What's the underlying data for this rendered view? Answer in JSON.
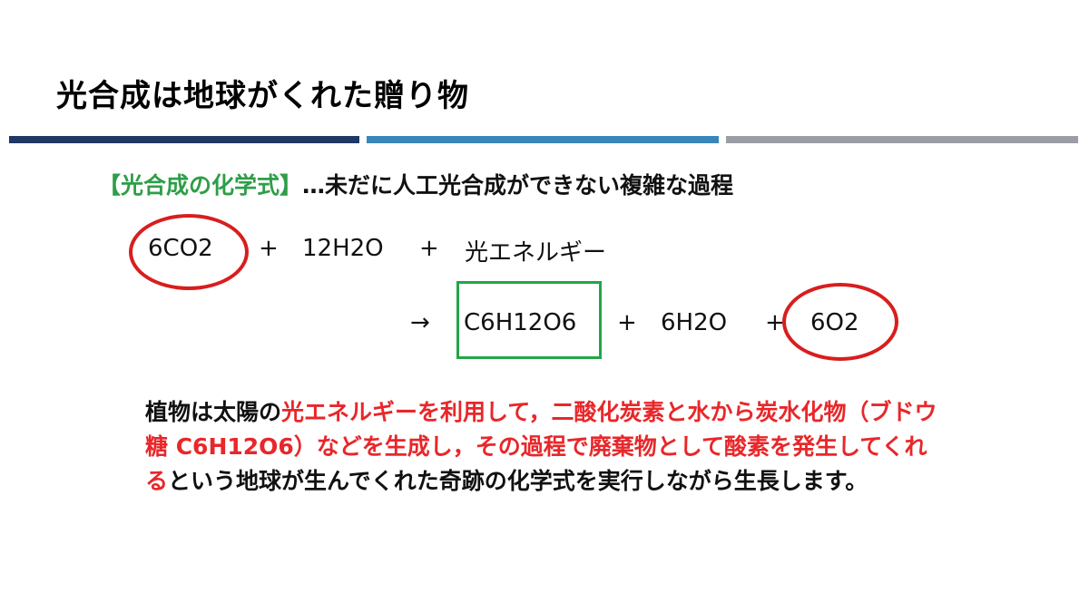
{
  "slide": {
    "title": "光合成は地球がくれた贈り物"
  },
  "divider": {
    "colors": [
      "#1f3864",
      "#3a86b8",
      "#9a9ea3"
    ]
  },
  "section": {
    "heading_tag": "【光合成の化学式】",
    "heading_desc": "…未だに人工光合成ができない複雑な過程",
    "tag_color": "#2e9e48"
  },
  "equation": {
    "reactant_1": "6CO2",
    "plus_1": "+",
    "reactant_2": "12H2O",
    "plus_2": "+",
    "reactant_3": "光エネルギー",
    "arrow": "→",
    "product_1": "C6H12O6",
    "plus_3": "+",
    "product_2": "6H2O",
    "plus_4": "+",
    "product_3": "6O2",
    "highlight_red": "#d81e1e",
    "highlight_green": "#23a54a"
  },
  "explanation": {
    "part_1": "植物は太陽の",
    "part_2": "光エネルギーを利用して，二酸化炭素と水から炭水化物（ブドウ糖 C6H12O6）などを生成し，その過程で廃棄物として酸素を発生してくれる",
    "part_3": "という地球が生んでくれた奇跡の化学式を実行しながら生長します。",
    "highlight_color": "#e8272a"
  }
}
